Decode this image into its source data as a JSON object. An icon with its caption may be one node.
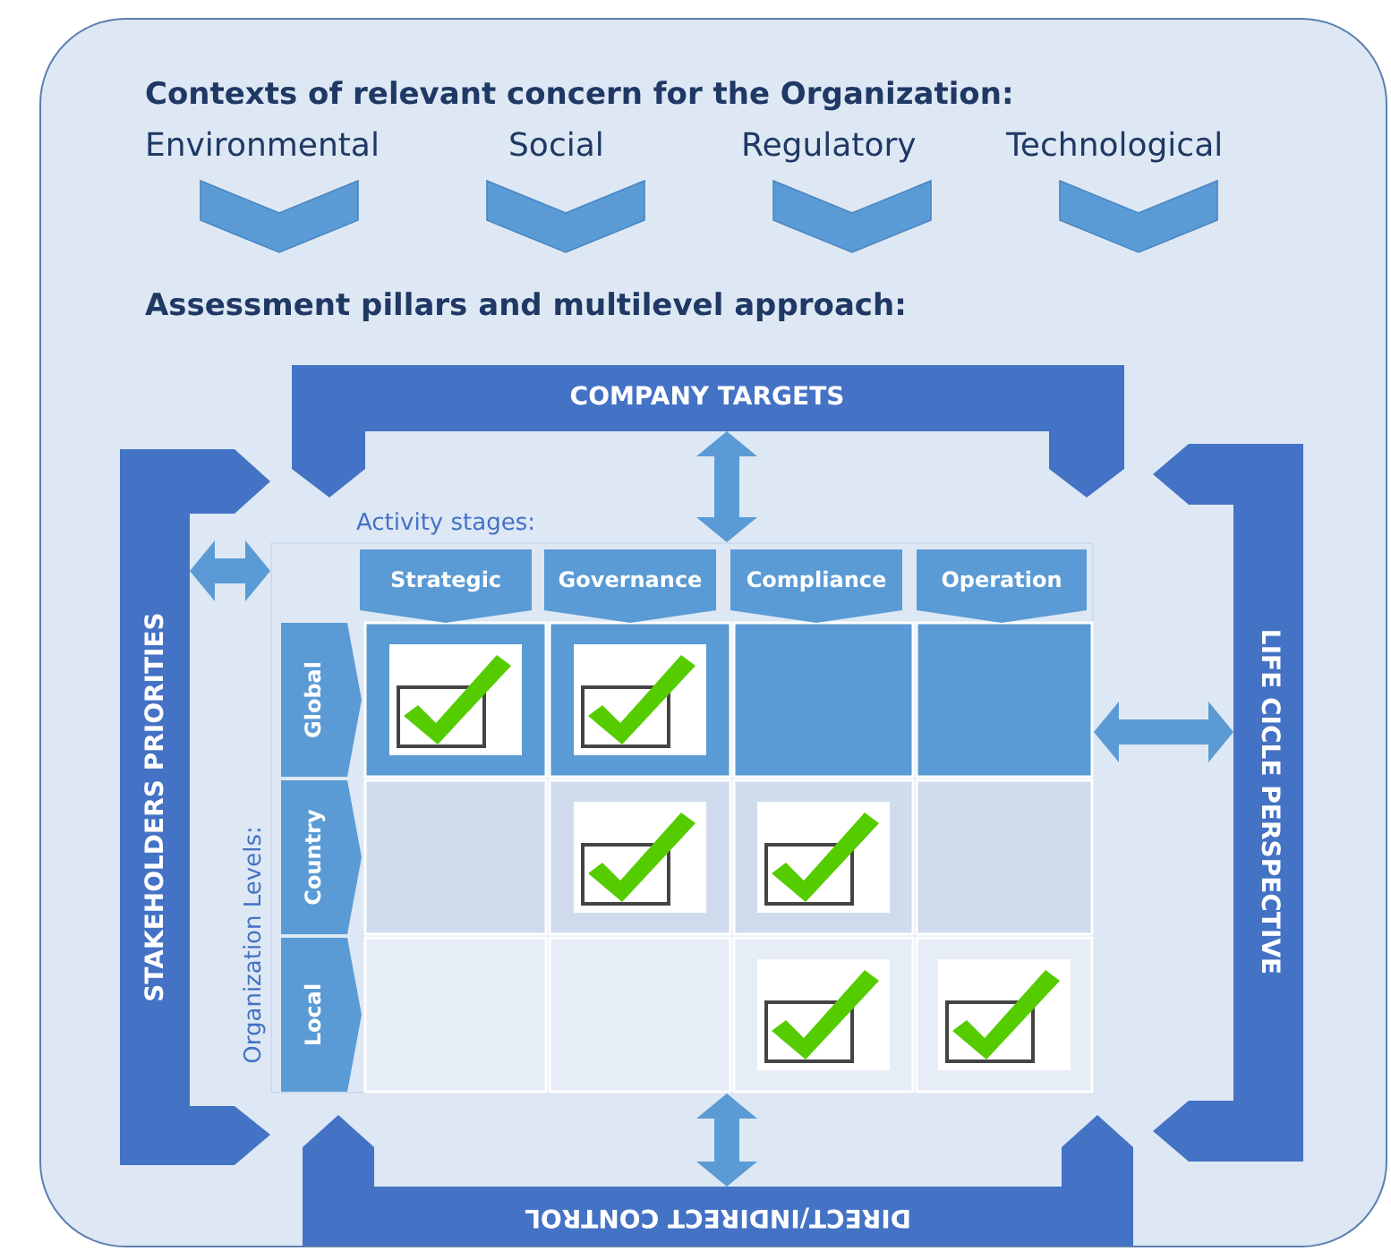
{
  "diagram": {
    "nodes": [
      {
        "text": [
          "Contexts of relevant concern for the Organization:",
          "Assessment pillars and multilevel approach:"
        ]
      },
      {
        "text": [
          "COMPANY TARGETS"
        ],
        "in": 0
      },
      {
        "text": [
          "STAKEHOLDERS PRIORITIES"
        ],
        "in": 0
      },
      {
        "text": [
          "LIFE CICLE PERSPECTIVE"
        ],
        "in": 0
      },
      {
        "text": [
          "DIRECT/INDIRECT CONTROL"
        ],
        "in": 0
      },
      {
        "text": [],
        "shape": "box",
        "in": 0
      },
      {
        "text": [
          "Strategic"
        ],
        "in": 5
      },
      {
        "text": [
          "Governance"
        ],
        "in": 5
      },
      {
        "text": [
          "Compliance"
        ],
        "in": 5
      },
      {
        "text": [
          "Operation"
        ],
        "in": 5
      },
      {
        "text": [
          "Global"
        ],
        "in": 5
      },
      {
        "text": [
          "Country"
        ],
        "in": 5
      },
      {
        "text": [
          "Local"
        ],
        "in": 5
      }
    ],
    "edges": [
      {
        "from": 1,
        "to": 5,
        "arrow": "both"
      },
      {
        "from": 2,
        "to": 5,
        "arrow": "both"
      },
      {
        "from": 3,
        "to": 5,
        "arrow": "both"
      },
      {
        "from": 4,
        "to": 5,
        "arrow": "both"
      }
    ],
    "labels": [
      "Environmental",
      "Social",
      "Regulatory",
      "Technological",
      "Activity stages:",
      "Organization Levels:"
    ]
  }
}
